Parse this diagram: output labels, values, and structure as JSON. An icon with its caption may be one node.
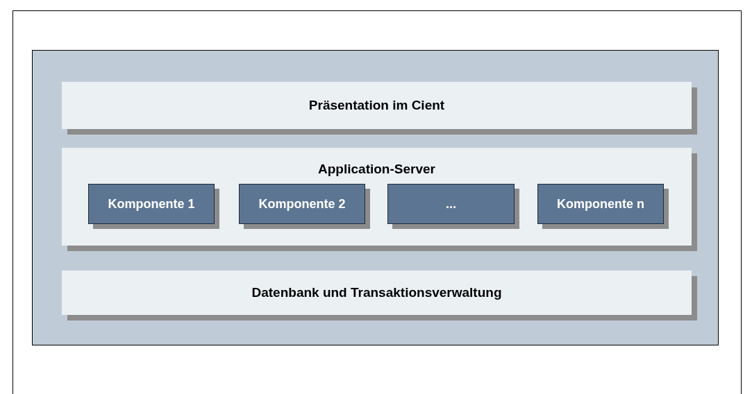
{
  "diagram": {
    "nodes": [
      {
        "text": [],
        "shape": "box"
      },
      {
        "text": [
          "Präsentation im Cient"
        ],
        "in": 0
      },
      {
        "text": [
          "Application-Server"
        ],
        "in": 0
      },
      {
        "text": [
          "Komponente 1"
        ],
        "in": 2
      },
      {
        "text": [
          "Komponente 2"
        ],
        "in": 2
      },
      {
        "text": [
          "..."
        ],
        "in": 2
      },
      {
        "text": [
          "Komponente n"
        ],
        "in": 2
      },
      {
        "text": [
          "Datenbank und Transaktionsverwaltung"
        ],
        "in": 0
      }
    ]
  }
}
